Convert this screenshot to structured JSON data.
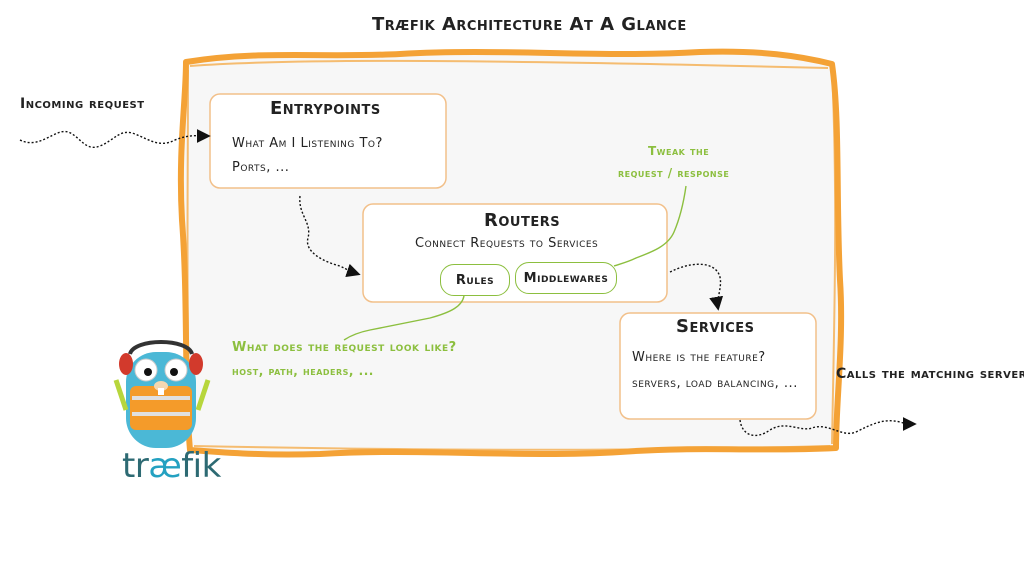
{
  "title": "Træfik Architecture At A Glance",
  "incoming": "Incoming request",
  "calls": "Calls the matching server",
  "entrypoints": {
    "title": "Entrypoints",
    "line1": "What Am I Listening To?",
    "line2": "Ports, ..."
  },
  "routers": {
    "title": "Routers",
    "subtitle": "Connect Requests to Services",
    "rules": "Rules",
    "middlewares": "Middlewares"
  },
  "services": {
    "title": "Services",
    "line1": "Where is the feature?",
    "line2": "servers, load balancing, ..."
  },
  "notes": {
    "tweak1": "Tweak the",
    "tweak2": "request / response",
    "what1": "What does the request look like?",
    "what2": "host, path, headers, ..."
  },
  "logo": {
    "pre": "tr",
    "ae": "æ",
    "post": "fik"
  },
  "colors": {
    "frame": "#f4a236",
    "accent": "#8cbf3f",
    "logo": "#2d6a73"
  }
}
